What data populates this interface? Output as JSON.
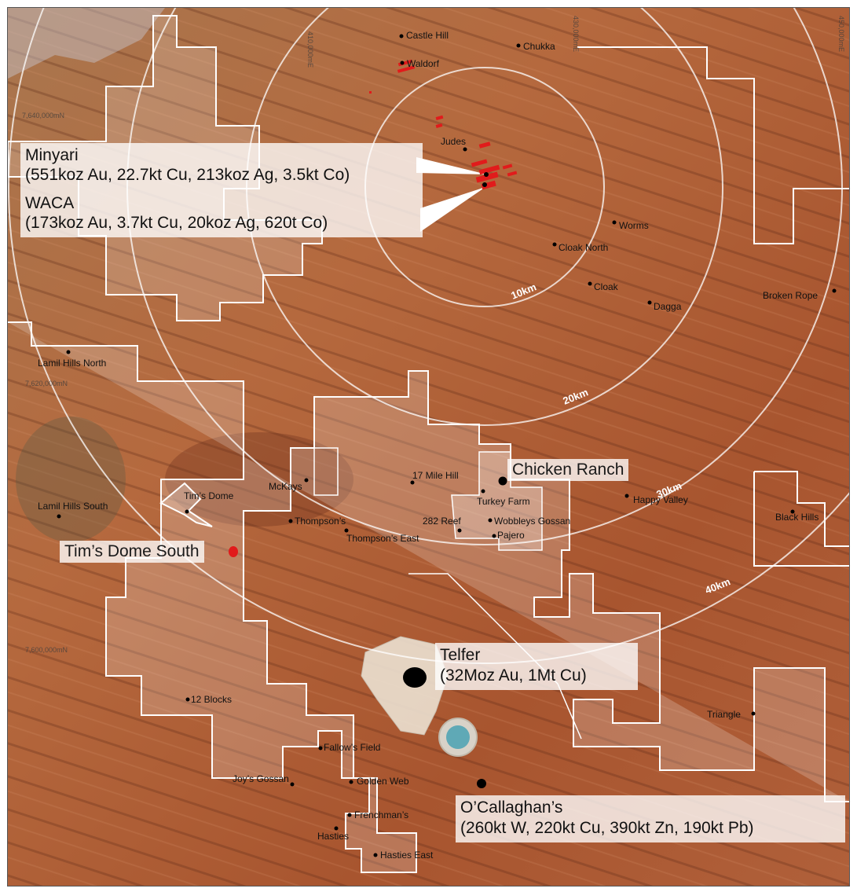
{
  "map": {
    "colors": {
      "terrain_base": "#b5693e",
      "terrain_dark": "#8e4a2a",
      "tenement_outline": "#ffffff",
      "tenement_fill": "rgba(255,255,255,0.22)",
      "ring": "rgba(255,255,255,0.7)",
      "deposit_red": "#e11b1b",
      "label_box": "rgba(255,255,255,0.78)",
      "marker": "#000000"
    },
    "grid_labels": {
      "e410": "410,000mE",
      "e430": "430,000mE",
      "e450": "450,000mE",
      "n7640": "7,640,000mN",
      "n7620": "7,620,000mN",
      "n7600": "7,600,000mN"
    },
    "range_rings": {
      "r10": "10km",
      "r20": "20km",
      "r30": "30km",
      "r40": "40km"
    },
    "callouts": {
      "minyari_name": "Minyari",
      "minyari_detail": "(551koz Au, 22.7kt Cu, 213koz Ag, 3.5kt Co)",
      "waca_name": "WACA",
      "waca_detail": "(173koz Au, 3.7kt Cu, 20koz Ag, 620t Co)",
      "chicken_ranch": "Chicken Ranch",
      "tims_dome_south": "Tim’s Dome South",
      "telfer_name": "Telfer",
      "telfer_detail": "(32Moz Au, 1Mt Cu)",
      "ocallaghans_name": "O’Callaghan’s",
      "ocallaghans_detail": "(260kt W, 220kt Cu, 390kt Zn, 190kt Pb)"
    },
    "places": {
      "castle_hill": "Castle Hill",
      "chukka": "Chukka",
      "waldorf": "Waldorf",
      "judes": "Judes",
      "worms": "Worms",
      "cloak_north": "Cloak North",
      "cloak": "Cloak",
      "dagga": "Dagga",
      "broken_rope": "Broken Rope",
      "lamil_hills_north": "Lamil Hills North",
      "lamil_hills_south": "Lamil Hills South",
      "tims_dome": "Tim’s Dome",
      "mckays": "McKays",
      "seventeen_mile_hill": "17 Mile Hill",
      "turkey_farm": "Turkey Farm",
      "happy_valley": "Happy Valley",
      "black_hills": "Black Hills",
      "thompsons": "Thompson’s",
      "thompsons_east": "Thompson’s East",
      "reef_282": "282 Reef",
      "wobbleys_gossan": "Wobbleys Gossan",
      "pajero": "Pajero",
      "twelve_blocks": "12 Blocks",
      "fallows_field": "Fallow’s Field",
      "joys_gossan": "Joy’s Gossan",
      "golden_web": "Golden Web",
      "frenchmans": "Frenchman’s",
      "hasties": "Hasties",
      "hasties_east": "Hasties East",
      "triangle": "Triangle"
    }
  }
}
